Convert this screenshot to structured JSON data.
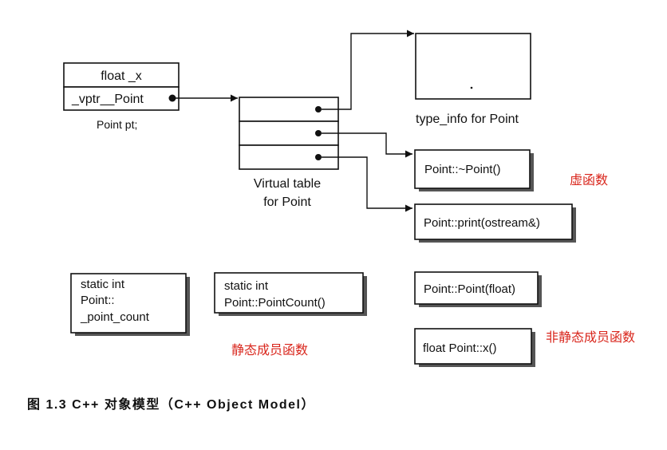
{
  "object": {
    "member_x": "float _x",
    "vptr": "_vptr__Point",
    "label": "Point pt;"
  },
  "vtable": {
    "label_line1": "Virtual table",
    "label_line2": "for Point"
  },
  "type_info": {
    "label": "type_info for Point"
  },
  "virtual_functions": {
    "destructor": "Point::~Point()",
    "print": "Point::print(ostream&)",
    "note": "虚函数"
  },
  "static_data": {
    "line1": "static int",
    "line2": "Point::",
    "line3": "_point_count"
  },
  "static_function": {
    "line1": "static int",
    "line2": "Point::PointCount()",
    "note": "静态成员函数"
  },
  "nonstatic_functions": {
    "constructor": "Point::Point(float)",
    "accessor": "float Point::x()",
    "note": "非静态成员函数"
  },
  "caption": "图 1.3   C++ 对象模型（C++ Object Model）",
  "colors": {
    "annotation": "#d9261c",
    "ink": "#111111"
  }
}
